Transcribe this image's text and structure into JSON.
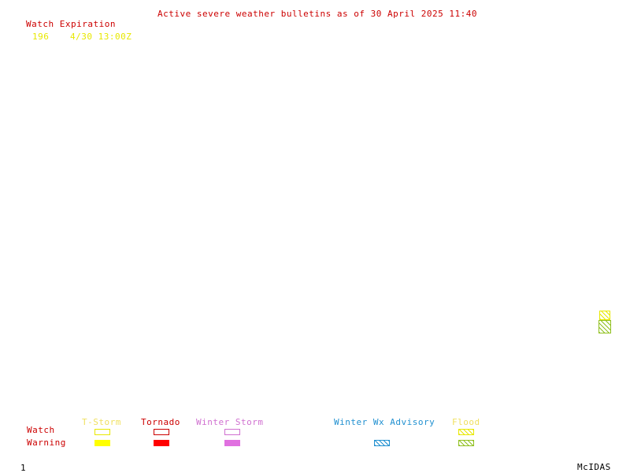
{
  "header": {
    "title": "Active severe weather bulletins as of 30 April 2025 11:40"
  },
  "watch_table": {
    "heading": "Watch Expiration",
    "rows": [
      {
        "number": "196",
        "expiration": "4/30 13:00Z"
      }
    ]
  },
  "legend": {
    "row_labels": {
      "watch": "Watch",
      "warning": "Warning"
    },
    "columns": [
      {
        "label": "T-Storm",
        "color": "#ffff00"
      },
      {
        "label": "Tornado",
        "color": "#ff0000"
      },
      {
        "label": "Winter Storm",
        "color": "#e070e0"
      },
      {
        "label": "Winter Wx Advisory",
        "color": "#2090d0"
      },
      {
        "label": "Flood",
        "color": "#e8e800"
      }
    ]
  },
  "footer": {
    "frame_number": "1",
    "software": "McIDAS"
  }
}
